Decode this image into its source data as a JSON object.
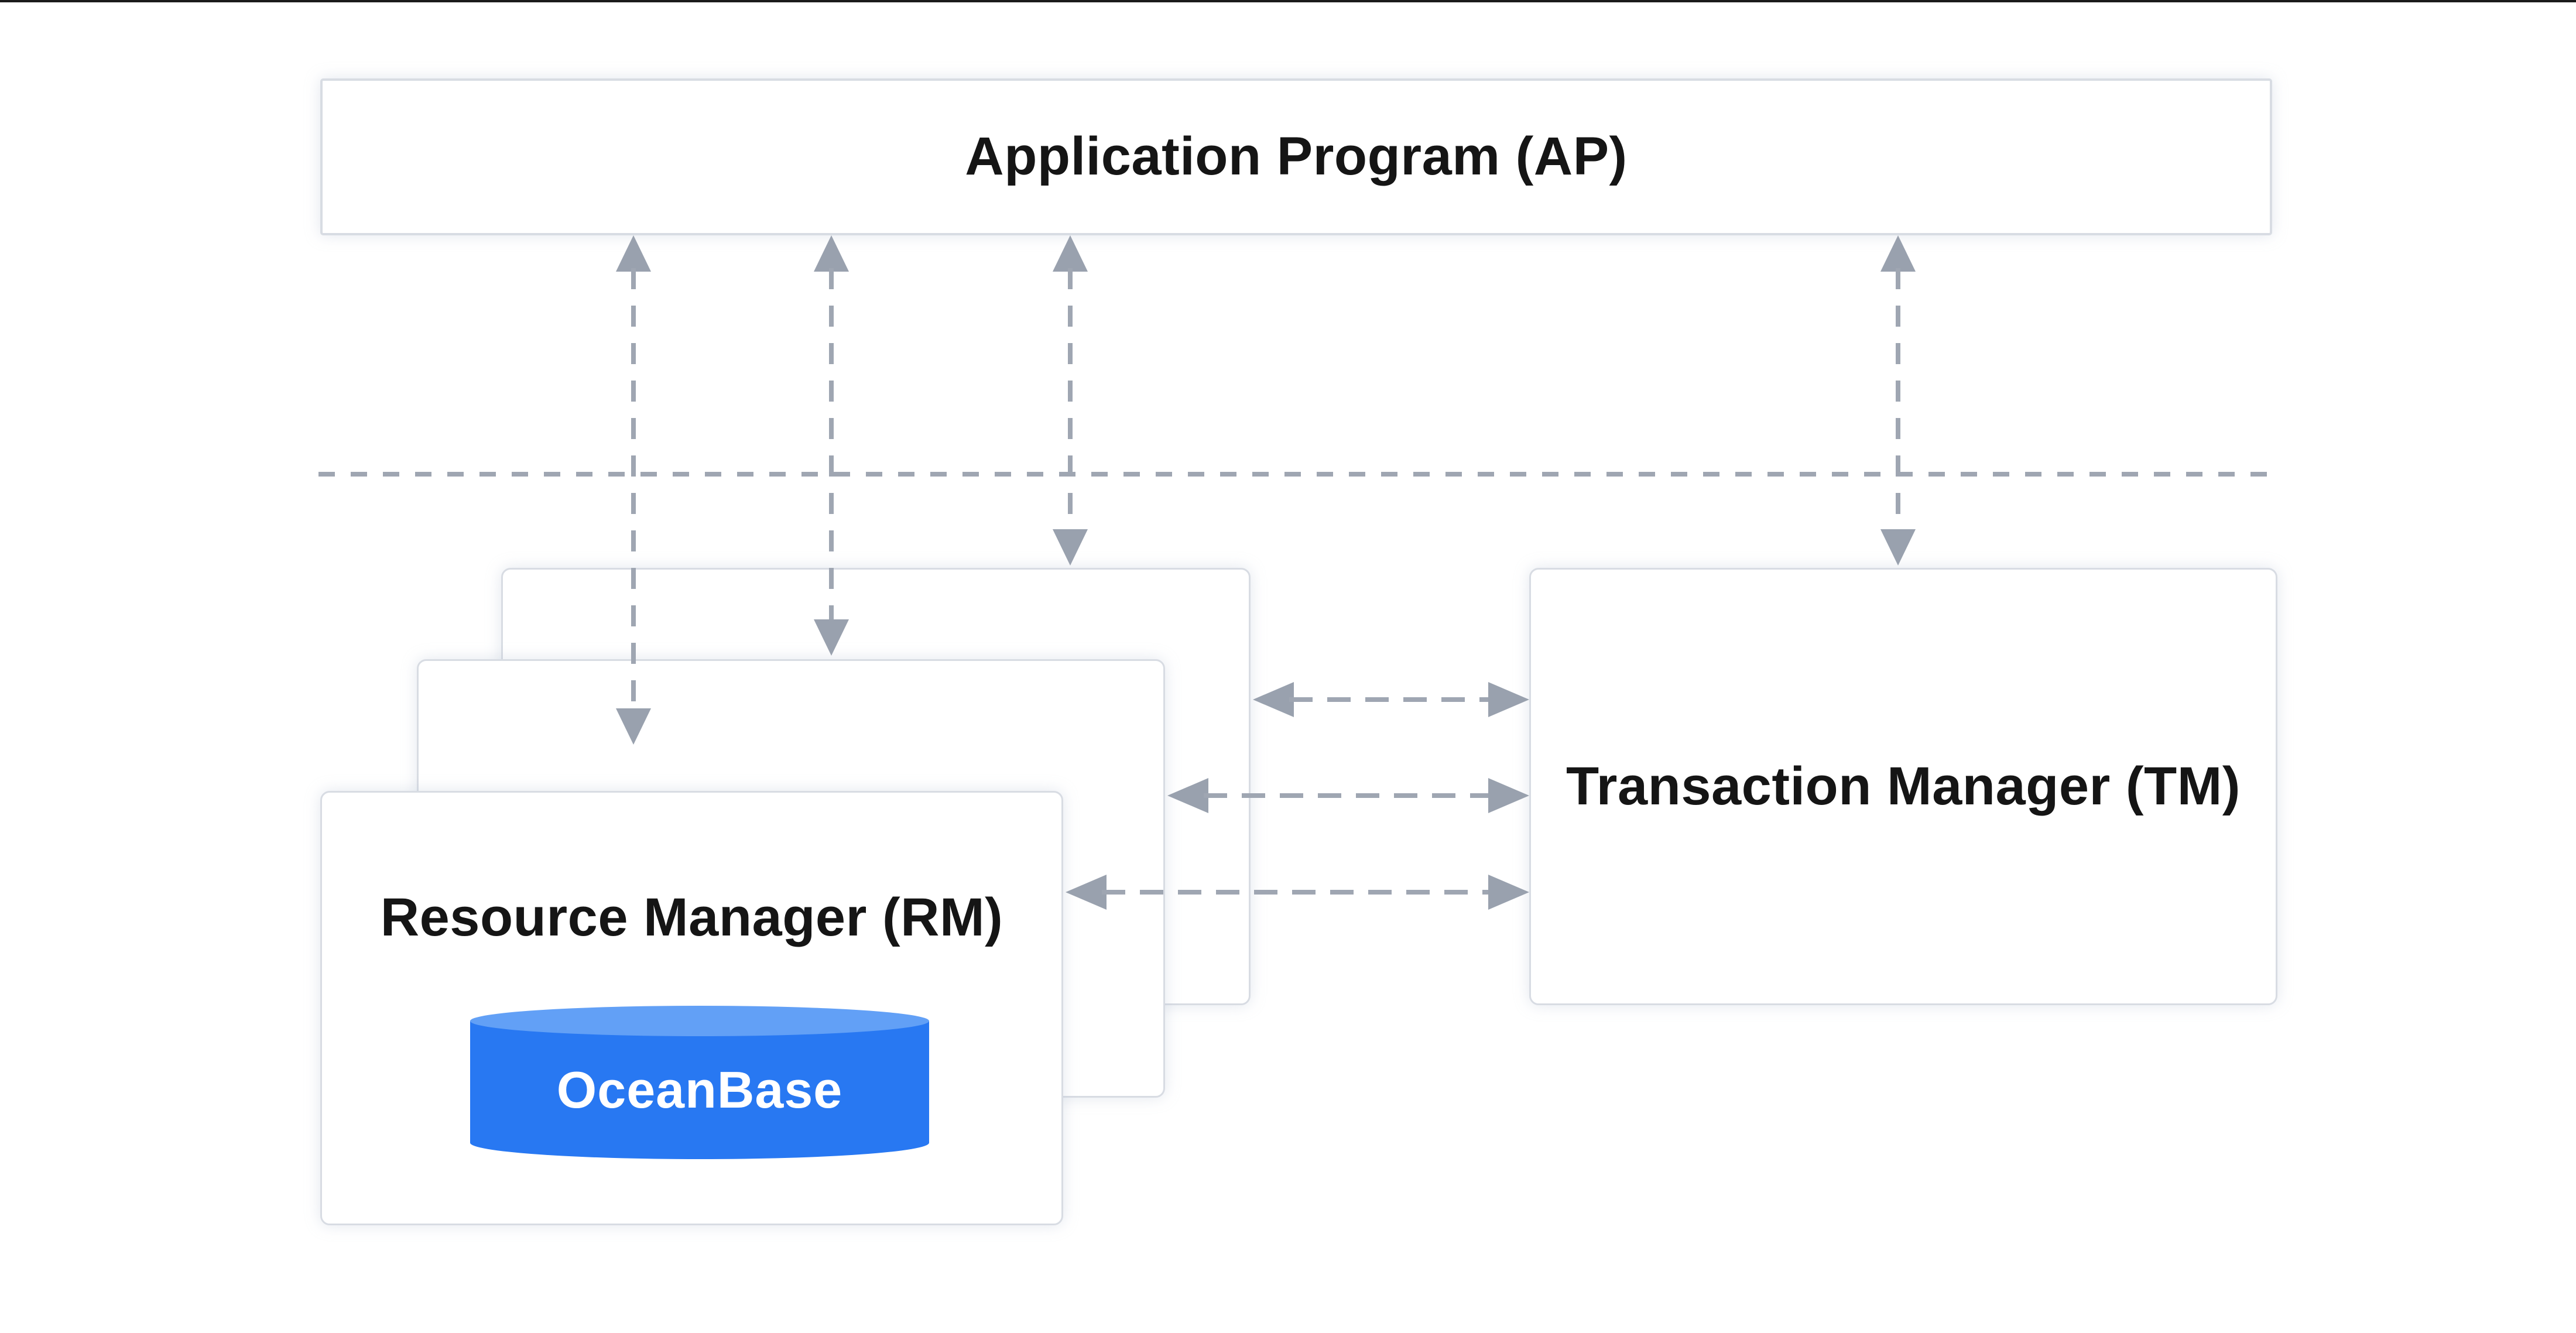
{
  "colors": {
    "accent_blue": "#2878F2",
    "cylinder_top_blue": "#62A0F6",
    "dash_line_gray": "#9FA6B2",
    "arrowhead_gray": "#99A1AE",
    "box_border_gray": "#D8DCE3",
    "text_black": "#151515",
    "top_edge_dark": "#1B1B1B"
  },
  "nodes": {
    "application_program": {
      "label": "Application Program (AP)"
    },
    "resource_manager": {
      "label": "Resource Manager (RM)",
      "stack_count": 3,
      "database": {
        "label": "OceanBase"
      }
    },
    "transaction_manager": {
      "label": "Transaction Manager (TM)"
    }
  },
  "connections": {
    "ap_to_rm": {
      "count": 3,
      "orientation": "vertical",
      "style": "dashed",
      "direction": "bidirectional"
    },
    "ap_to_tm": {
      "count": 1,
      "orientation": "vertical",
      "style": "dashed",
      "direction": "bidirectional"
    },
    "rm_to_tm": {
      "count": 3,
      "orientation": "horizontal",
      "style": "dashed",
      "direction": "bidirectional"
    },
    "separator": {
      "orientation": "horizontal",
      "style": "dashed"
    }
  }
}
